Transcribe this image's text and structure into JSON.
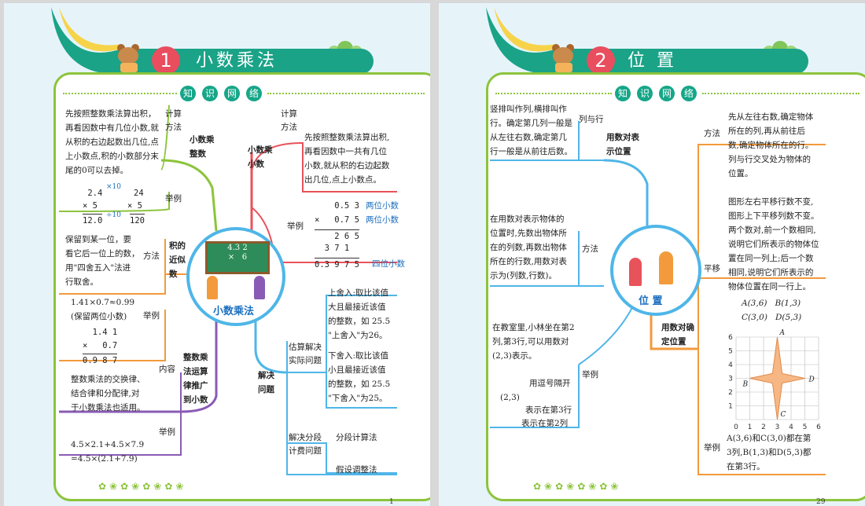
{
  "page1": {
    "number": "1",
    "title": "小数乘法",
    "knowledge_net": [
      "知",
      "识",
      "网",
      "络"
    ],
    "center_title": "小数乘法",
    "board_text": [
      "4.3 2",
      "×",
      "6"
    ],
    "branches": {
      "zhengshu": "小数乘\n整数",
      "xiaoshu": "小数乘\n小数",
      "jinsi": "积的\n近似\n数",
      "yunsuan": "整数乘\n法运算\n律推广\n到小数",
      "jiejue": "解决\n问题"
    },
    "labels": {
      "jisuan1": "计算\n方法",
      "juli1": "举例",
      "jisuan2": "计算\n方法",
      "juli2": "举例",
      "fangfa3": "方法",
      "juli3": "举例",
      "neirong": "内容",
      "juli4": "举例",
      "guji": "估算解决\n实际问题",
      "fenduan": "解决分段\n计费问题"
    },
    "texts": {
      "zhengshu_method": "先按照整数乘法算出积，\n再看因数中有几位小数,就\n从积的右边起数出几位,点\n上小数点,积的小数部分末\n尾的0可以去掉。",
      "xiaoshu_method": "先按照整数乘法算出积,\n再看因数中一共有几位\n小数,就从积的右边起数\n出几位,点上小数点。",
      "jinsi_method": "保留到某一位，要\n看它后一位上的数，\n用\"四舍五入\"法进\n行取舍。",
      "yunsuan_content": "整数乘法的交换律、\n结合律和分配律,对\n于小数乘法也适用。",
      "yunsuan_example": "4.5×2.1+4.5×7.9\n=4.5×(2.1+7.9)",
      "jinsi_example": "1.41×0.7≈0.99\n(保留两位小数)",
      "shangshe": "上舍入:取比该值\n大且最接近该值\n的整数，如 25.5\n\"上舍入\"为26。",
      "xiashe": "下舍入:取比该值\n小且最接近该值\n的整数，如 25.5\n\"下舍入\"为25。",
      "fenduan_a": "分段计算法",
      "fenduan_b": "假设调整法"
    },
    "calc1": {
      "left": [
        " 2.4",
        "× 5",
        "12.0"
      ],
      "right": [
        "24",
        "× 5",
        "120"
      ],
      "ops": [
        "×10",
        "÷10"
      ]
    },
    "calc2": {
      "lines": [
        "    0.5 3",
        "×   0.7 5",
        "    2 6 5",
        "  3 7 1",
        "0.3 9 7 5"
      ],
      "notes": [
        "两位小数",
        "两位小数",
        "四位小数"
      ]
    },
    "calc3": {
      "lines": [
        "  1.4 1",
        "×   0.7",
        "0.9 8 7"
      ]
    }
  },
  "page2": {
    "number": "2",
    "title": "位 置",
    "knowledge_net": [
      "知",
      "识",
      "网",
      "络"
    ],
    "center_title": "位 置",
    "branches": {
      "duibiao": "用数对表\n示位置",
      "queding": "用数对确\n定位置"
    },
    "labels": {
      "lie_hang": "列与行",
      "fangfa1": "方法",
      "juli1": "举例",
      "fangfa2": "方法",
      "pingyi": "平移",
      "juli2": "举例"
    },
    "texts": {
      "lie_hang": "竖排叫作列,横排叫作\n行。确定第几列一般是\n从左往右数,确定第几\n行一般是从前往后数。",
      "method1": "在用数对表示物体的\n位置时,先数出物体所\n在的列数,再数出物体\n所在的行数,用数对表\n示为(列数,行数)。",
      "example1": "在教室里,小林坐在第2\n列,第3行,可以用数对\n(2,3)表示。",
      "ex1_a": "用逗号隔开",
      "ex1_pair": "(2,3)",
      "ex1_b": "表示在第3行",
      "ex1_c": "表示在第2列",
      "method2": "先从左往右数,确定物体\n所在的列,再从前往后\n数,确定物体所在的行。\n列与行交叉处为物体的\n位置。",
      "pingyi": "图形左右平移行数不变,\n图形上下平移列数不变。\n两个数对,前一个数相同,\n说明它们所表示的物体位\n置在同一列上;后一个数\n相同,说明它们所表示的\n物体位置在同一行上。",
      "points_line1": "A(3,6)   B(1,3)",
      "points_line2": "C(3,0)   D(5,3)",
      "example2": "A(3,6)和C(3,0)都在第\n3列,B(1,3)和D(5,3)都\n在第3行。"
    },
    "grid": {
      "max": 6,
      "points": {
        "A": [
          3,
          6
        ],
        "B": [
          1,
          3
        ],
        "C": [
          3,
          0
        ],
        "D": [
          5,
          3
        ]
      }
    }
  },
  "colors": {
    "teal": "#1aa387",
    "green": "#8cc43b",
    "red": "#e94e5f",
    "blue": "#4fb6e8",
    "orange": "#f39a3c",
    "purple": "#8a5bb5",
    "pink": "#e8525a"
  }
}
